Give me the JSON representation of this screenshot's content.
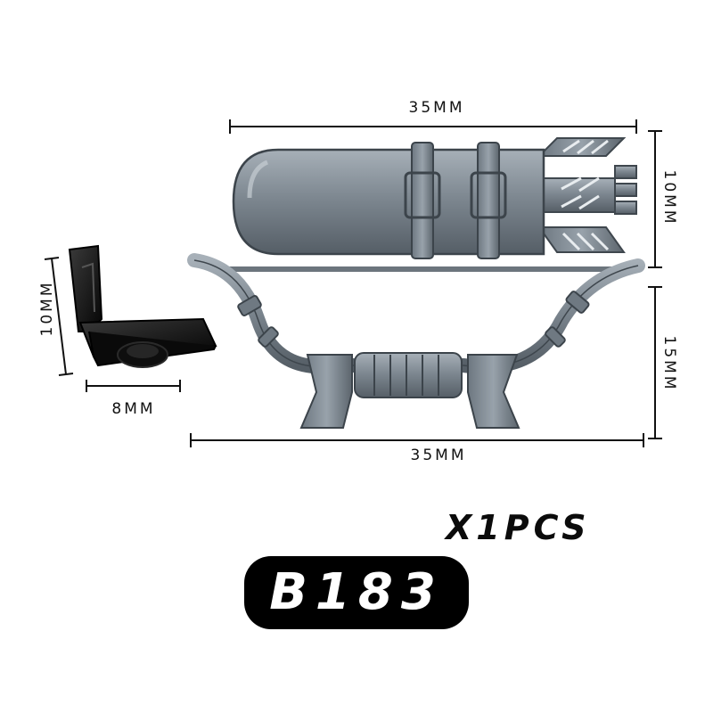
{
  "dimensions": {
    "quiver_width": "35MM",
    "quiver_height": "10MM",
    "bow_width": "35MM",
    "bow_height": "15MM",
    "bracket_height": "10MM",
    "bracket_width": "8MM"
  },
  "quantity": "X1PCS",
  "product_code": "B183",
  "colors": {
    "part_gray": "#7c8791",
    "bracket_black": "#141414",
    "badge_bg": "#000000",
    "badge_text": "#ffffff"
  }
}
